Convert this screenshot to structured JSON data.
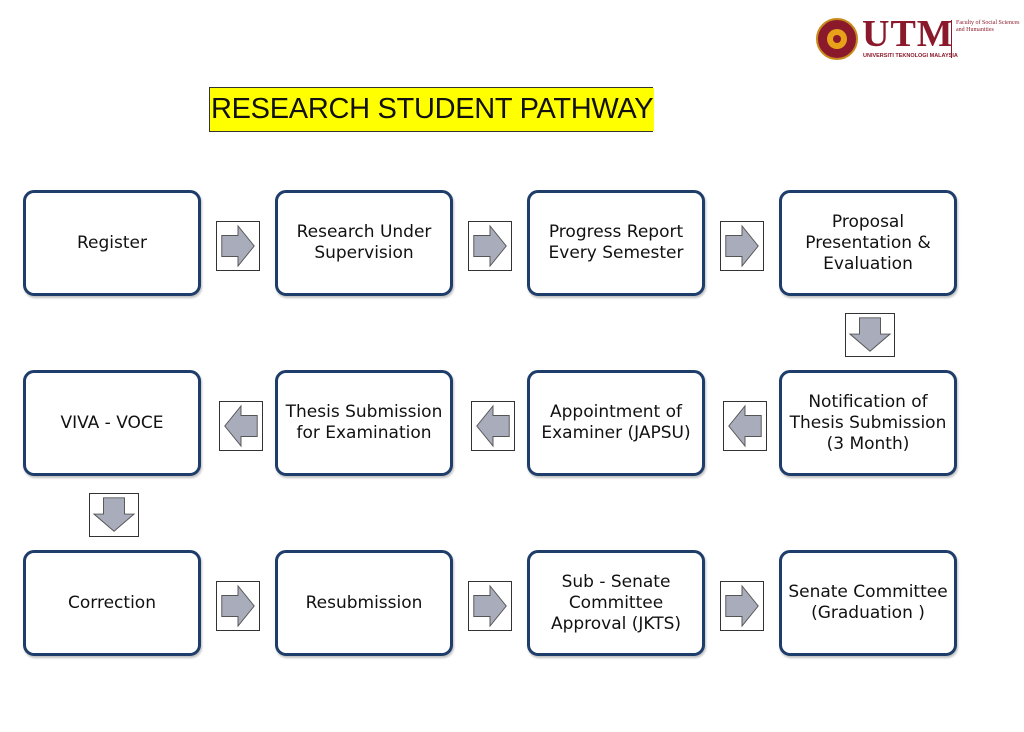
{
  "logo": {
    "brand": "UTM",
    "university": "UNIVERSITI TEKNOLOGI MALAYSIA",
    "faculty": "Faculty of Social Sciences and Humanities"
  },
  "title": "RESEARCH STUDENT PATHWAY",
  "colors": {
    "box_border": "#1f3d6b",
    "arrow_fill": "#a9adbb",
    "title_highlight": "#ffff00",
    "brand": "#8a1a2b"
  },
  "steps": [
    {
      "label": "Register"
    },
    {
      "label": "Research Under Supervision"
    },
    {
      "label": "Progress Report Every Semester"
    },
    {
      "label": "Proposal Presentation & Evaluation"
    },
    {
      "label": "Notification of Thesis Submission (3 Month)"
    },
    {
      "label": "Appointment of Examiner (JAPSU)"
    },
    {
      "label": "Thesis Submission for Examination"
    },
    {
      "label": "VIVA - VOCE"
    },
    {
      "label": "Correction"
    },
    {
      "label": "Resubmission"
    },
    {
      "label": "Sub - Senate Committee Approval (JKTS)"
    },
    {
      "label": "Senate Committee (Graduation )"
    }
  ],
  "arrows": [
    {
      "from": "Register",
      "to": "Research Under Supervision",
      "direction": "right"
    },
    {
      "from": "Research Under Supervision",
      "to": "Progress Report Every Semester",
      "direction": "right"
    },
    {
      "from": "Progress Report Every Semester",
      "to": "Proposal Presentation & Evaluation",
      "direction": "right"
    },
    {
      "from": "Proposal Presentation & Evaluation",
      "to": "Notification of Thesis Submission (3 Month)",
      "direction": "down"
    },
    {
      "from": "Notification of Thesis Submission (3 Month)",
      "to": "Appointment of Examiner (JAPSU)",
      "direction": "left"
    },
    {
      "from": "Appointment of Examiner (JAPSU)",
      "to": "Thesis Submission for Examination",
      "direction": "left"
    },
    {
      "from": "Thesis Submission for Examination",
      "to": "VIVA - VOCE",
      "direction": "left"
    },
    {
      "from": "VIVA - VOCE",
      "to": "Correction",
      "direction": "down"
    },
    {
      "from": "Correction",
      "to": "Resubmission",
      "direction": "right"
    },
    {
      "from": "Resubmission",
      "to": "Sub - Senate Committee Approval (JKTS)",
      "direction": "right"
    },
    {
      "from": "Sub - Senate Committee Approval (JKTS)",
      "to": "Senate Committee (Graduation )",
      "direction": "right"
    }
  ]
}
